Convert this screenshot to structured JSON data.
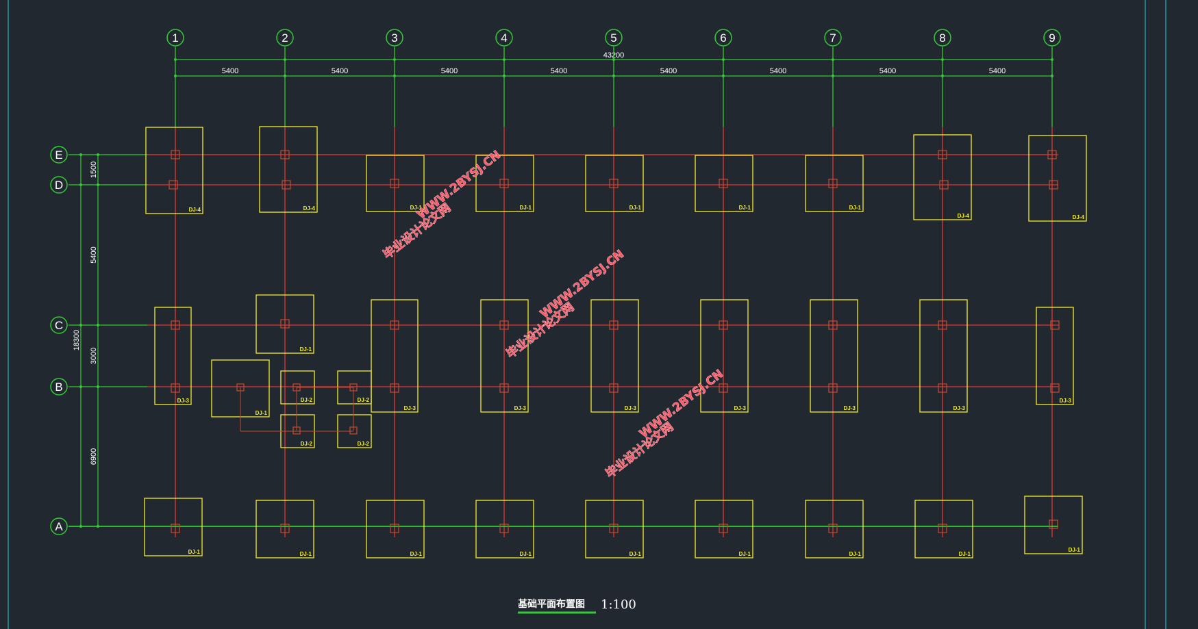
{
  "colors": {
    "background": "#212830",
    "grid_axis": "#e53935",
    "dimension_line": "#33cc33",
    "footing": "#f5ee2a",
    "column": "#c0472e",
    "frame": "#1fb4c8",
    "text": "#ffffff"
  },
  "drawing": {
    "column_axes": [
      "1",
      "2",
      "3",
      "4",
      "5",
      "6",
      "7",
      "8",
      "9"
    ],
    "row_axes": [
      "E",
      "D",
      "C",
      "B",
      "A"
    ],
    "total_dimension": "43200",
    "bay_dimensions": [
      "5400",
      "5400",
      "5400",
      "5400",
      "5400",
      "5400",
      "5400",
      "5400"
    ],
    "left_total_dimension": "18300",
    "left_dimensions": [
      "1500",
      "5400",
      "3000",
      "6900"
    ],
    "footing_labels": {
      "row_ED": [
        "DJ-4",
        "DJ-4",
        "DJ-1",
        "DJ-1",
        "DJ-1",
        "DJ-1",
        "DJ-1",
        "DJ-4",
        "DJ-4"
      ],
      "row_CB": [
        "DJ-3",
        "DJ-1",
        "DJ-3",
        "DJ-3",
        "DJ-3",
        "DJ-3",
        "DJ-3",
        "DJ-3",
        "DJ-3"
      ],
      "row_A": [
        "DJ-1",
        "DJ-1",
        "DJ-1",
        "DJ-1",
        "DJ-1",
        "DJ-1",
        "DJ-1",
        "DJ-1",
        "DJ-1"
      ],
      "extra": [
        "DJ-1",
        "DJ-2",
        "DJ-2",
        "DJ-2",
        "DJ-2"
      ]
    },
    "watermarks": [
      {
        "line1": "毕业设计论文网",
        "line2": "WWW.2BYSJ.CN"
      },
      {
        "line1": "毕业设计论文网",
        "line2": "WWW.2BYSJ.CN"
      },
      {
        "line1": "毕业设计论文网",
        "line2": "WWW.2BYSJ.CN"
      }
    ],
    "title": "基础平面布置图",
    "scale": "1:100"
  }
}
